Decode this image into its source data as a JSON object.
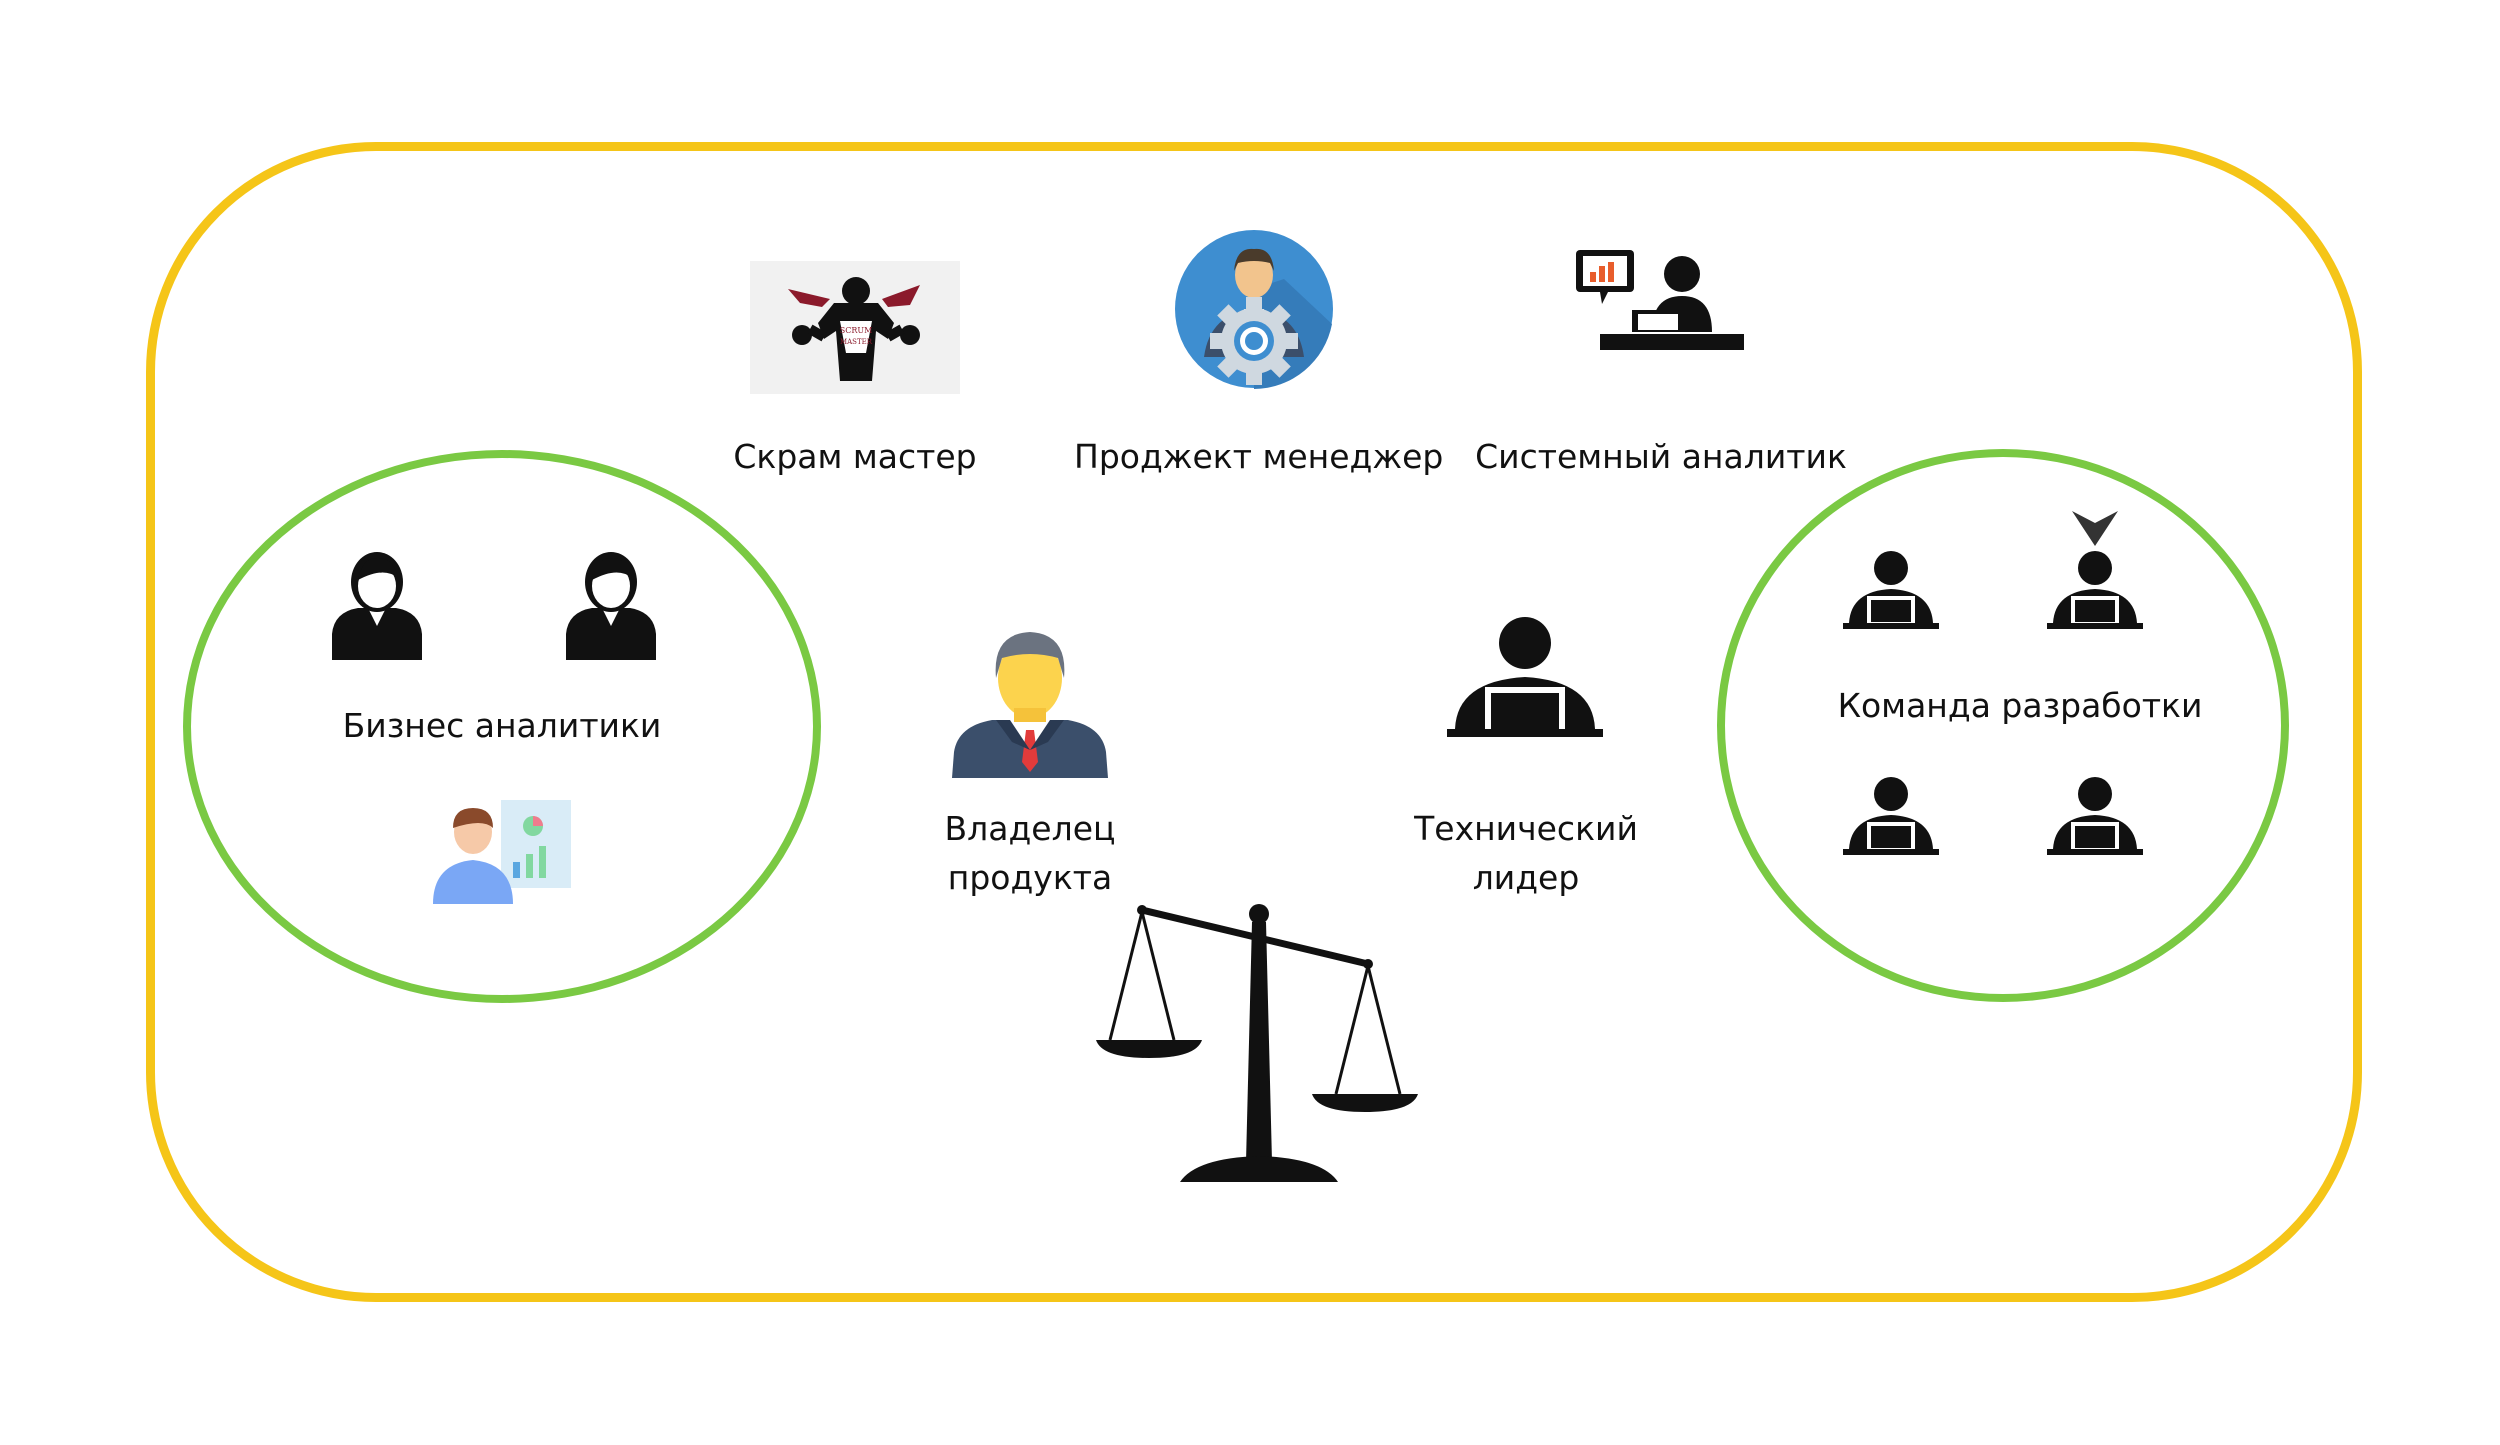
{
  "labels": {
    "scrum_master": "Скрам мастер",
    "project_manager": "Проджект менеджер",
    "system_analyst": "Системный аналитик",
    "business_analysts": "Бизнес аналитики",
    "product_owner": "Владелец продукта",
    "tech_lead": "Технический лидер",
    "dev_team": "Команда разработки"
  },
  "badge": {
    "scrum_master_line1": "SCRUM",
    "scrum_master_line2": "MASTER"
  },
  "colors": {
    "frame": "#f5c518",
    "groups": "#7ac943",
    "pm_circle": "#3e8ed0",
    "owner_skin": "#fcd34d",
    "owner_suit": "#3b4f6b",
    "tie": "#e23b3b"
  },
  "icons": {
    "scrum_master": "superhero-icon",
    "project_manager": "manager-gear-icon",
    "system_analyst": "presenter-desk-icon",
    "business_analysts": "person-icon",
    "business_analyst_chart": "analyst-chart-icon",
    "product_owner": "businessman-icon",
    "tech_lead": "laptop-user-icon",
    "dev_team": "laptop-user-icon",
    "balance": "scales-icon"
  }
}
